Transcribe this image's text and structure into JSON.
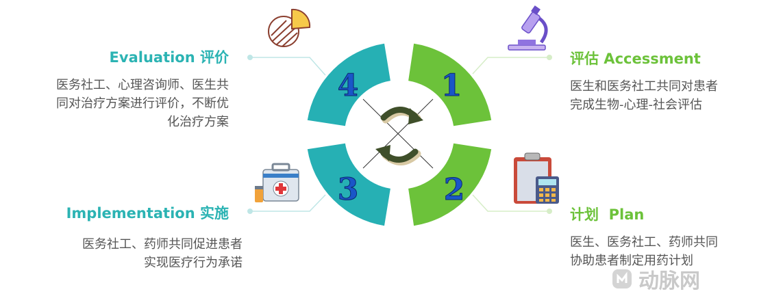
{
  "colors": {
    "teal": "#26b0b4",
    "green": "#6cc23a",
    "title_teal": "#2bb3b3",
    "title_green": "#6cc23a",
    "number_blue": "#1a56c8"
  },
  "steps": [
    {
      "number": "1",
      "title": "评估 Accessment",
      "desc": [
        "医生和医务社工共同对患者",
        "完成生物-心理-社会评估"
      ],
      "icon": "microscope-icon"
    },
    {
      "number": "2",
      "title": "计划  Plan",
      "desc": [
        "医生、医务社工、药师共同",
        "协助患者制定用药计划"
      ],
      "icon": "clipboard-calculator-icon"
    },
    {
      "number": "3",
      "title": "Implementation 实施",
      "desc": [
        "医务社工、药师共同促进患者",
        "实现医疗行为承诺"
      ],
      "icon": "first-aid-kit-icon"
    },
    {
      "number": "4",
      "title": "Evaluation 评价",
      "desc": [
        "医务社工、心理咨询师、医生共",
        "同对治疗方案进行评价，不断优",
        "化治疗方案"
      ],
      "icon": "pie-chart-icon"
    }
  ],
  "center_icon": "cycle-arrows-icon",
  "watermark": "动脉网"
}
